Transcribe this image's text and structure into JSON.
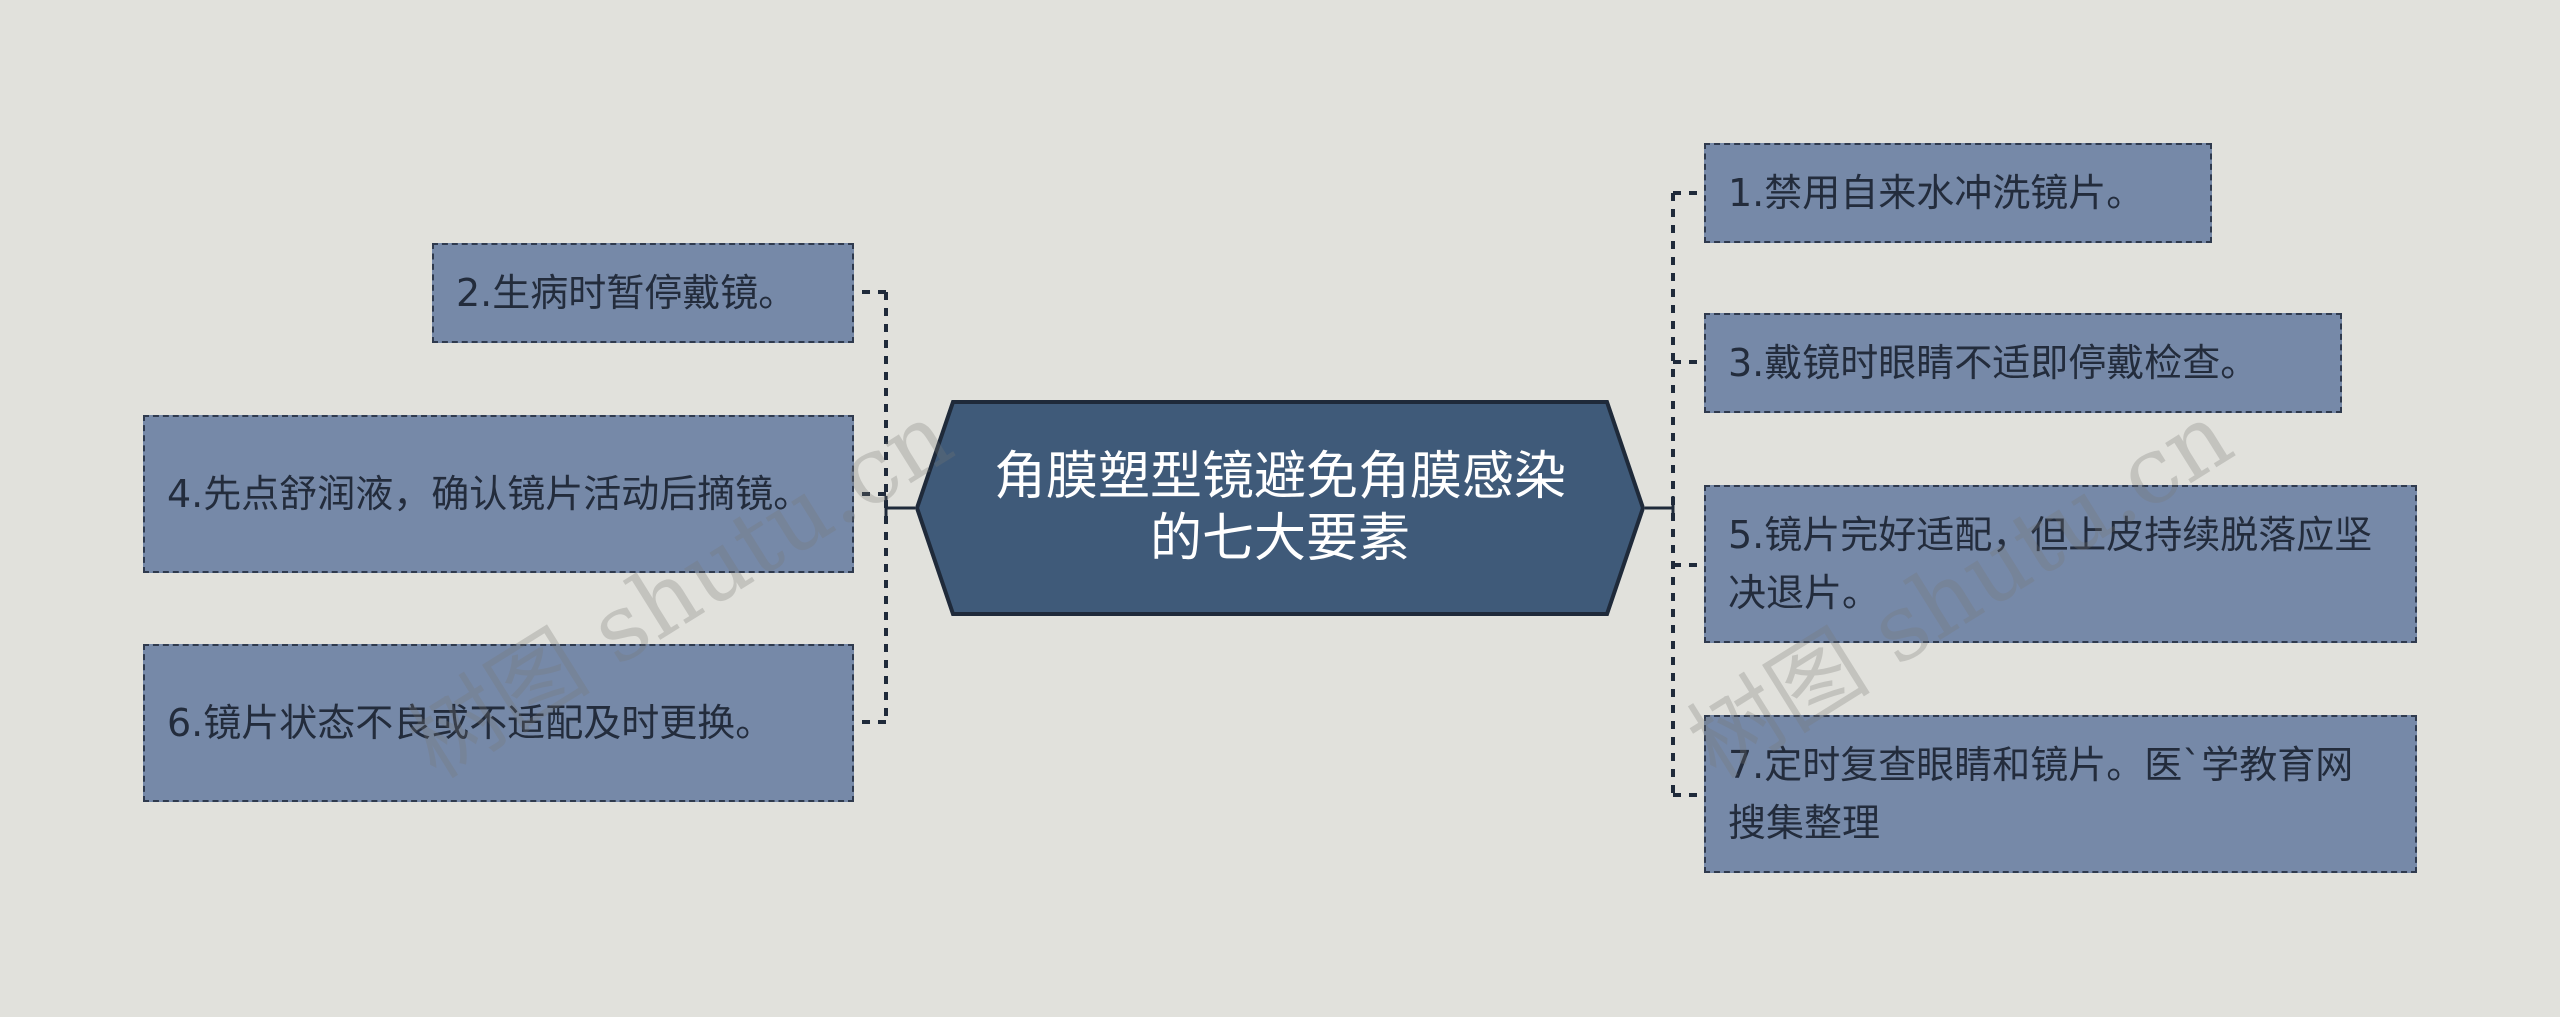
{
  "center": {
    "title": "角膜塑型镜避免角膜感染的七大要素"
  },
  "branches_left": [
    {
      "label": "2.生病时暂停戴镜。"
    },
    {
      "label": "4.先点舒润液，确认镜片活动后摘镜。"
    },
    {
      "label": "6.镜片状态不良或不适配及时更换。"
    }
  ],
  "branches_right": [
    {
      "label": "1.禁用自来水冲洗镜片。"
    },
    {
      "label": "3.戴镜时眼睛不适即停戴检查。"
    },
    {
      "label": "5.镜片完好适配，但上皮持续脱落应坚决退片。"
    },
    {
      "label": "7.定时复查眼睛和镜片。医`学教育网搜集整理"
    }
  ],
  "watermarks": [
    "树图 shutu.cn",
    "树图 shutu.cn"
  ],
  "colors": {
    "background": "#e1e1dc",
    "center_fill": "#3f5a79",
    "node_fill": "#7689a8",
    "border": "#1f2a3a",
    "connector": "#1f2a3a"
  }
}
